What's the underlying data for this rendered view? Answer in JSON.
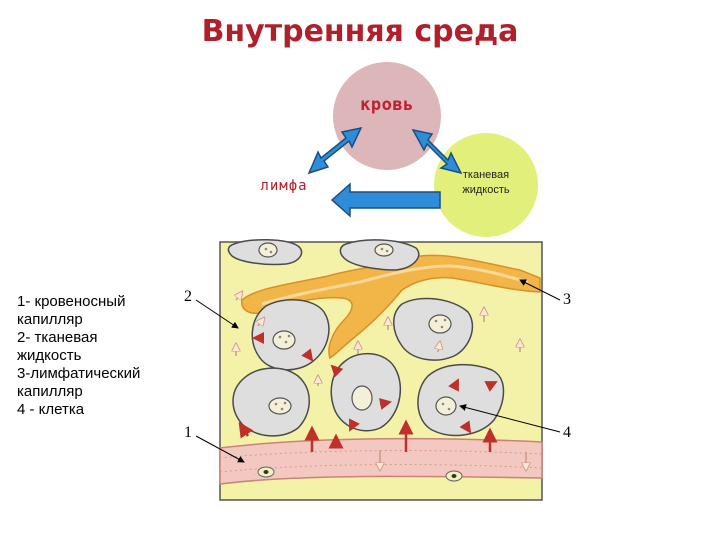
{
  "title": "Внутренняя среда",
  "circles": {
    "blood": "кровь",
    "lymph": "лимфа",
    "tissue_line1": "тканевая",
    "tissue_line2": "жидкость"
  },
  "legend": [
    "1- кровеносный",
    "капилляр",
    "2- тканевая",
    "жидкость",
    "3-лимфатический",
    "капилляр",
    "4 - клетка"
  ],
  "callouts": [
    "1",
    "2",
    "3",
    "4"
  ],
  "colors": {
    "title": "#b0202a",
    "blood_circle": "#dcb6b8",
    "tissue_circle": "#e2ef7a",
    "arrow_blue": "#2e8cd8",
    "tissue_fluid": "#f4f2a8",
    "lymph_vessel": "#f2b548",
    "blood_vessel": "#f3c8c0",
    "cell": "#dedede",
    "flow_arrow": "#c0302a"
  }
}
